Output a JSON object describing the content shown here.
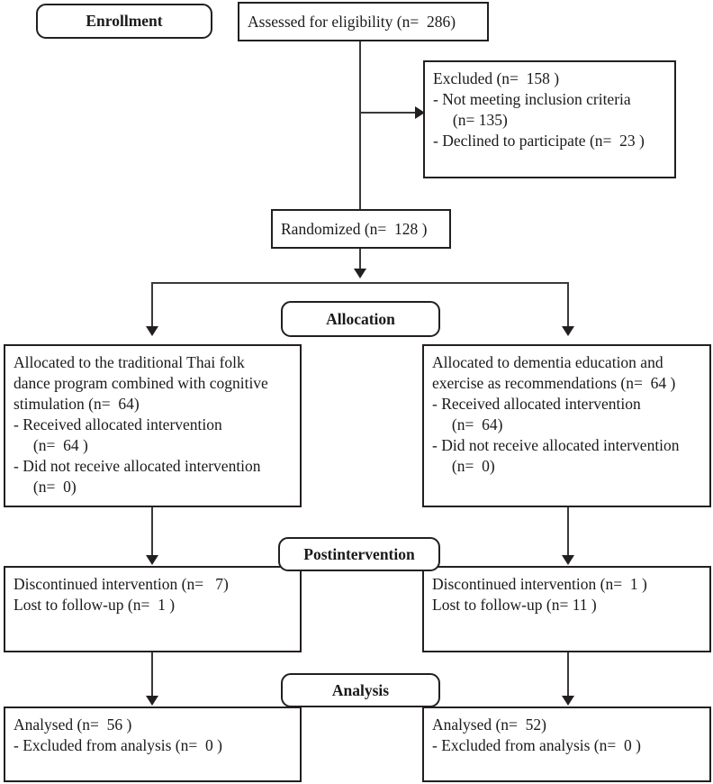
{
  "diagram": {
    "title": "CONSORT participant flow diagram",
    "type": "flowchart",
    "stages": {
      "enrollment": "Enrollment",
      "allocation": "Allocation",
      "postintervention": "Postintervention",
      "analysis": "Analysis"
    },
    "boxes": {
      "assessed": "Assessed for eligibility (n=  286)",
      "excluded": "Excluded (n=  158 )\n- Not meeting inclusion criteria\n     (n= 135)\n- Declined to participate (n=  23 )",
      "randomized": "Randomized (n=  128 )",
      "allocated_left": "Allocated to the traditional Thai folk\ndance program combined with cognitive\nstimulation (n=  64)\n- Received allocated intervention\n     (n=  64 )\n- Did not receive allocated intervention\n     (n=  0)",
      "allocated_right": "Allocated to dementia education and\nexercise as recommendations (n=  64 )\n- Received allocated intervention\n     (n=  64)\n- Did not receive allocated intervention\n     (n=  0)",
      "post_left": "Discontinued intervention (n=   7)\nLost to follow-up (n=  1 )",
      "post_right": "Discontinued intervention (n=  1 )\nLost to follow-up (n= 11 )",
      "analysis_left": "Analysed (n=  56 )\n- Excluded from analysis (n=  0 )",
      "analysis_right": "Analysed (n=  52)\n- Excluded from analysis (n=  0 )"
    },
    "counts": {
      "assessed_for_eligibility": 286,
      "excluded_total": 158,
      "not_meeting_inclusion_criteria": 135,
      "declined_to_participate": 23,
      "randomized": 128,
      "allocated_intervention": 64,
      "allocated_control": 64,
      "received_intervention": 64,
      "not_received_intervention": 0,
      "received_control": 64,
      "not_received_control": 0,
      "discontinued_intervention": 7,
      "lost_to_followup_intervention": 1,
      "discontinued_control": 1,
      "lost_to_followup_control": 11,
      "analysed_intervention": 56,
      "analysed_control": 52,
      "excluded_from_analysis_intervention": 0,
      "excluded_from_analysis_control": 0
    },
    "colors": {
      "border": "#231f20",
      "line": "#3a3a3a",
      "text": "#1a1a1a",
      "background": "#ffffff"
    }
  }
}
